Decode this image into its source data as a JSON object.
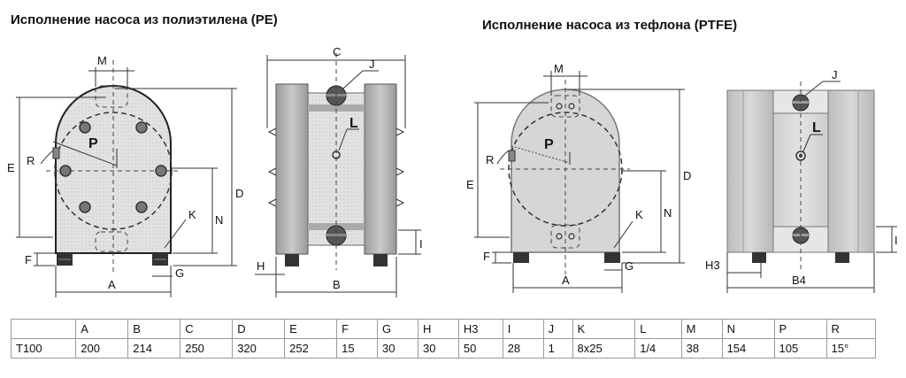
{
  "titles": {
    "pe": "Исполнение насоса из полиэтилена (PE)",
    "ptfe": "Исполнение насоса из тефлона (PTFE)"
  },
  "labels_pe_front": {
    "M": "M",
    "P": "P",
    "R": "R",
    "E": "E",
    "D": "D",
    "N": "N",
    "K": "K",
    "F": "F",
    "G": "G",
    "A": "A"
  },
  "labels_pe_side": {
    "C": "C",
    "J": "J",
    "L": "L",
    "I": "I",
    "H": "H",
    "B": "B"
  },
  "labels_ptfe_front": {
    "M": "M",
    "P": "P",
    "R": "R",
    "E": "E",
    "D": "D",
    "N": "N",
    "K": "K",
    "F": "F",
    "G": "G",
    "A": "A"
  },
  "labels_ptfe_side": {
    "J": "J",
    "L": "L",
    "I": "I",
    "H3": "H3",
    "B4": "B4"
  },
  "table": {
    "headers": [
      "",
      "A",
      "B",
      "C",
      "D",
      "E",
      "F",
      "G",
      "H",
      "H3",
      "I",
      "J",
      "K",
      "L",
      "M",
      "N",
      "P",
      "R"
    ],
    "rows": [
      [
        "T100",
        "200",
        "214",
        "250",
        "320",
        "252",
        "15",
        "30",
        "30",
        "50",
        "28",
        "1",
        "8x25",
        "1/4",
        "38",
        "154",
        "105",
        "15°"
      ]
    ]
  }
}
